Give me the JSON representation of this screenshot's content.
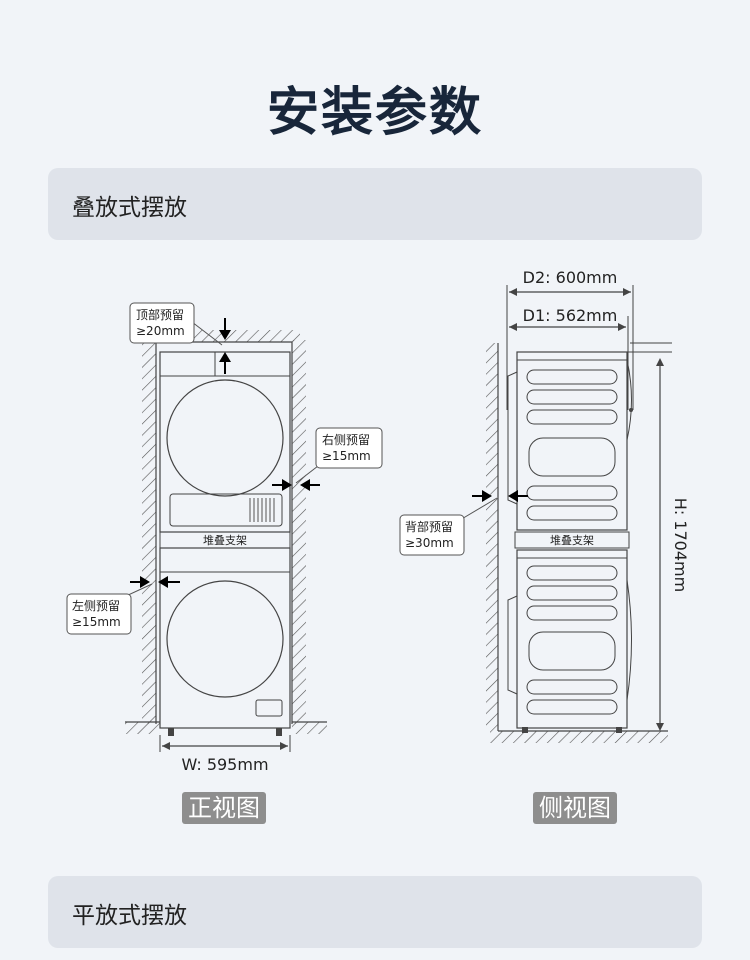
{
  "page": {
    "title": "安装参数",
    "section1": "叠放式摆放",
    "section2": "平放式摆放"
  },
  "front_view": {
    "caption": "正视图",
    "top_clearance": [
      "顶部预留",
      "≥20mm"
    ],
    "right_clearance": [
      "右侧预留",
      "≥15mm"
    ],
    "left_clearance": [
      "左侧预留",
      "≥15mm"
    ],
    "stack_rack": "堆叠支架",
    "width": "W: 595mm"
  },
  "side_view": {
    "caption": "侧视图",
    "d2": "D2: 600mm",
    "d1": "D1: 562mm",
    "height": "H: 1704mm",
    "back_clearance": [
      "背部预留",
      "≥30mm"
    ],
    "stack_rack": "堆叠支架"
  }
}
